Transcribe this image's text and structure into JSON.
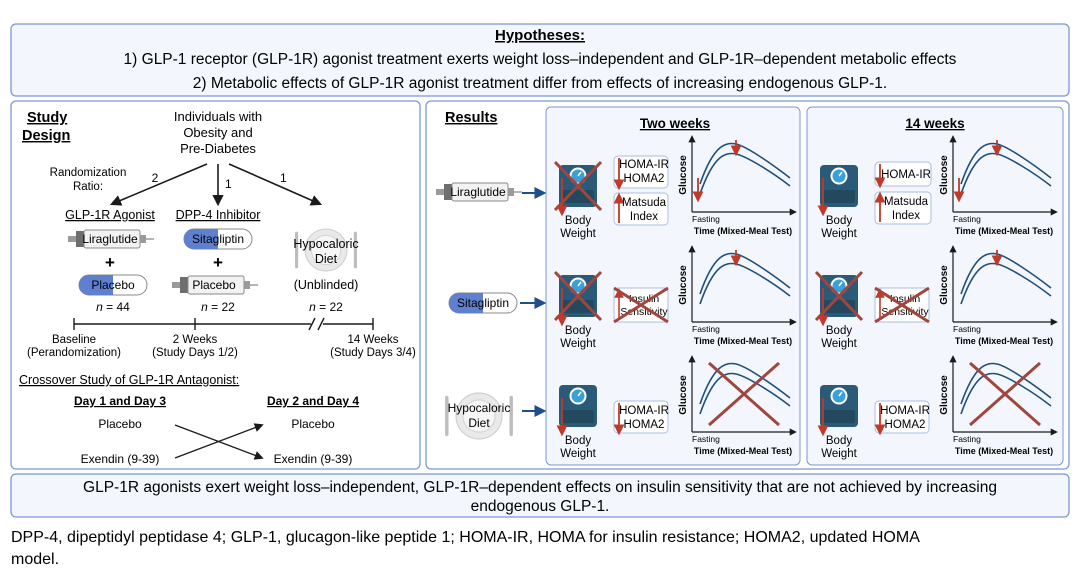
{
  "hypotheses": {
    "title": "Hypotheses:",
    "line1": "1) GLP-1 receptor (GLP-1R) agonist treatment exerts weight loss–independent and GLP-1R–dependent metabolic effects",
    "line2": "2) Metabolic effects of GLP-1R agonist treatment differ from effects of increasing endogenous GLP-1."
  },
  "study_design": {
    "title_line1": "Study",
    "title_line2": "Design",
    "population": [
      "Individuals with",
      "Obesity and",
      "Pre-Diabetes"
    ],
    "randomization": [
      "Randomization",
      "Ratio:"
    ],
    "ratios": [
      "2",
      "1",
      "1"
    ],
    "arms": [
      {
        "heading": "GLP-1R Agonist",
        "drug": "Liraglutide",
        "plus": "+",
        "partner": "Placebo",
        "n_label": "n",
        "n_value": "= 44"
      },
      {
        "heading": "DPP-4 Inhibitor",
        "drug": "Sitagliptin",
        "plus": "+",
        "partner": "Placebo",
        "n_label": "n",
        "n_value": "= 22"
      },
      {
        "heading": "",
        "drug": "",
        "plus": "",
        "partner": "",
        "diet_lines": [
          "Hypocaloric",
          "Diet"
        ],
        "blinding": "(Unblinded)",
        "n_label": "n",
        "n_value": "= 22"
      }
    ],
    "timeline": [
      {
        "line1": "Baseline",
        "line2": "(Perandomization)"
      },
      {
        "line1": "2 Weeks",
        "line2": "(Study Days 1/2)"
      },
      {
        "line1": "14 Weeks",
        "line2": "(Study Days 3/4)"
      }
    ],
    "crossover_title": "Crossover Study of GLP-1R Antagonist:",
    "day_left": "Day 1 and Day 3",
    "day_right": "Day 2 and Day 4",
    "placebo": "Placebo",
    "exendin": "Exendin (9-39)"
  },
  "results": {
    "title": "Results",
    "panels": [
      "Two weeks",
      "14 weeks"
    ],
    "rows": [
      {
        "agent": "Liraglutide"
      },
      {
        "agent": "Sitagliptin"
      },
      {
        "agent_lines": [
          "Hypocaloric",
          "Diet"
        ]
      }
    ],
    "body_weight": [
      "Body",
      "Weight"
    ],
    "homa_ir": "HOMA-IR",
    "homa2": "HOMA2",
    "matsuda": [
      "Matsuda",
      "Index"
    ],
    "insulin_sens": [
      "Insulin",
      "Sensitivity"
    ],
    "chart_ylabel": "Glucose",
    "chart_fasting": "Fasting",
    "chart_xlabel": "Time (Mixed-Meal Test)"
  },
  "conclusion": {
    "line1": "GLP-1R agonists exert weight loss–independent, GLP-1R–dependent effects on insulin sensitivity that are not achieved by increasing",
    "line2": "endogenous GLP-1."
  },
  "footnote": {
    "line1": "DPP-4, dipeptidyl peptidase 4; GLP-1, glucagon-like peptide 1; HOMA-IR, HOMA for insulin resistance; HOMA2, updated HOMA",
    "line2": "model."
  },
  "colors": {
    "frame_border": "#7b97d6",
    "frame_fill": "#f3f7fd",
    "curve": "#1f4f7a",
    "arrow_red": "#c0392b",
    "cross": "#a0463e",
    "scale": "#2b5a78",
    "pill_blue": "#5f7fd0"
  }
}
